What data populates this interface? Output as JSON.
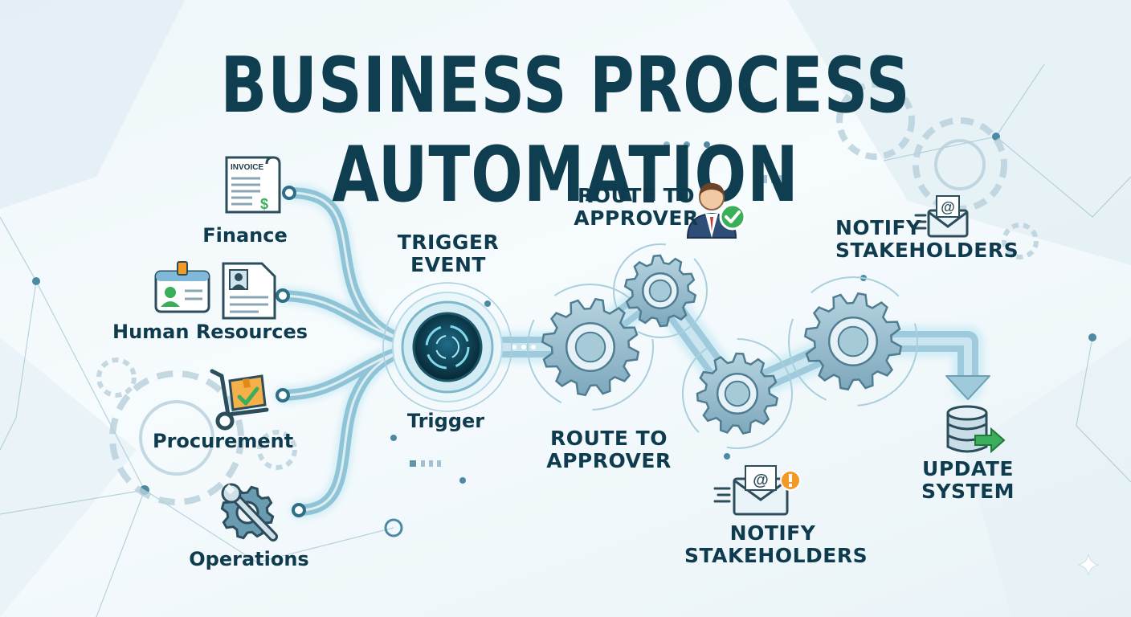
{
  "title": "BUSINESS PROCESS AUTOMATION",
  "departments": {
    "finance": {
      "label": "Finance",
      "icon": "invoice-icon",
      "icon_text": "INVOICE"
    },
    "hr": {
      "label": "Human Resources",
      "icon": "id-card-icon"
    },
    "procurement": {
      "label": "Procurement",
      "icon": "hand-truck-icon"
    },
    "operations": {
      "label": "Operations",
      "icon": "wrench-gear-icon"
    }
  },
  "trigger": {
    "heading_line1": "TRIGGER",
    "heading_line2": "EVENT",
    "caption": "Trigger",
    "icon": "trigger-button-icon"
  },
  "steps": {
    "route_top": {
      "line1": "ROUTE TO",
      "line2": "APPROVER",
      "icon": "approver-check-icon"
    },
    "route_bottom": {
      "line1": "ROUTE TO",
      "line2": "APPROVER"
    },
    "notify_top": {
      "line1": "NOTIFY",
      "line2": "STAKEHOLDERS",
      "icon": "email-at-icon"
    },
    "notify_bottom": {
      "line1": "NOTIFY",
      "line2": "STAKEHOLDERS",
      "icon": "email-alert-icon"
    },
    "update": {
      "line1": "UPDATE",
      "line2": "SYSTEM",
      "icon": "database-arrow-icon"
    }
  },
  "colors": {
    "title": "#0f3e50",
    "pipe": "#8fc4d6",
    "pipe_glow": "#d3eef7",
    "gear": "#8db5c8",
    "accent_green": "#3bae5b",
    "accent_orange": "#f39a26"
  }
}
